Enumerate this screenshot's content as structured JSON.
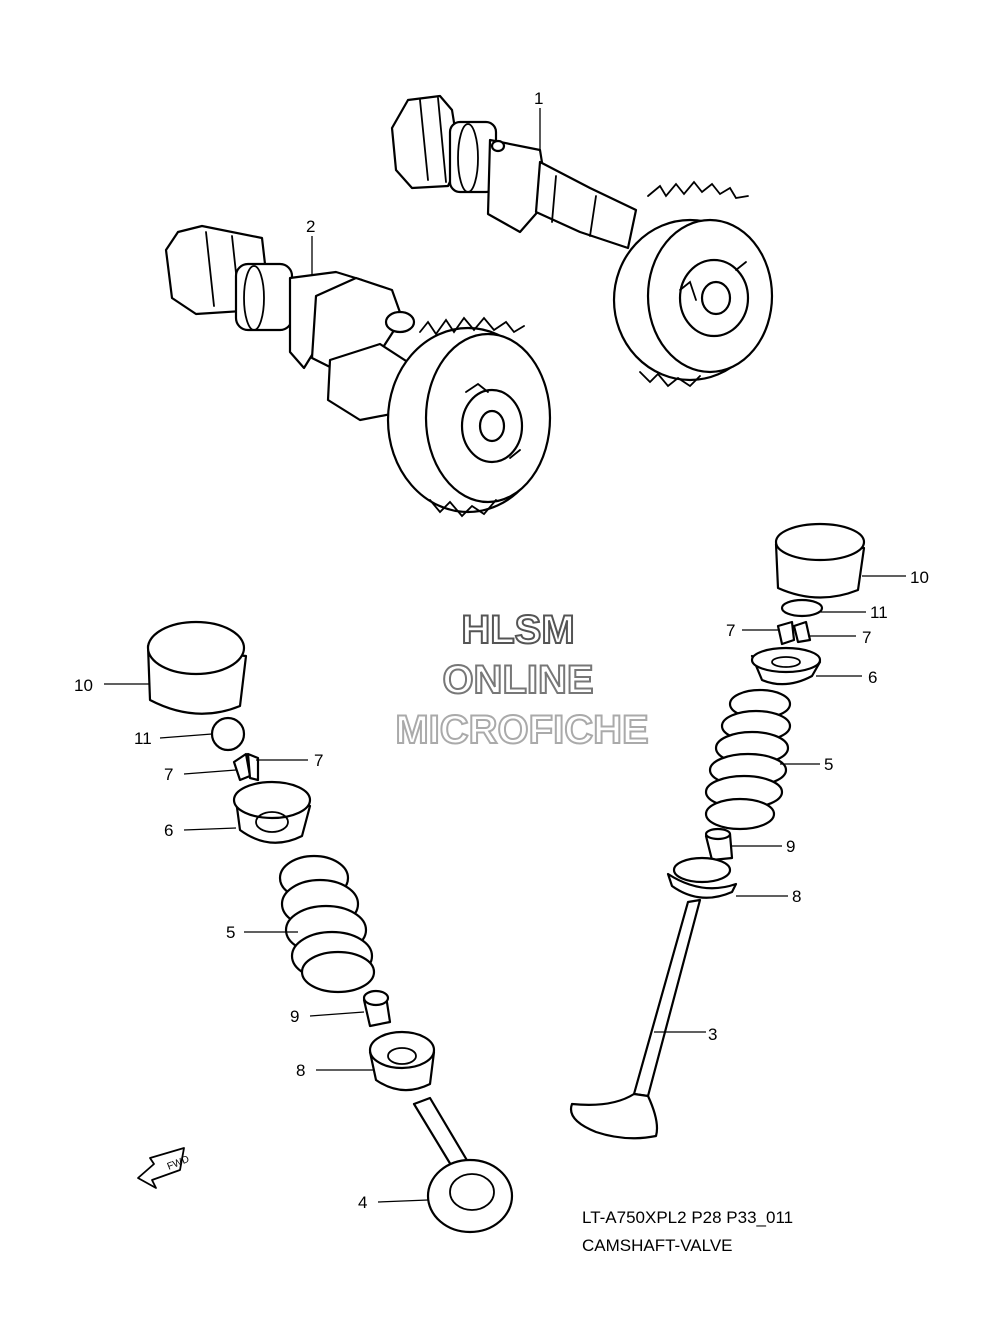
{
  "watermark": {
    "line1": "HLSM",
    "line2": "ONLINE",
    "line3": "MICROFICHE"
  },
  "fwd_label": "FWD",
  "caption": {
    "code": "LT-A750XPL2 P28 P33_011",
    "title": "CAMSHAFT-VALVE"
  },
  "callouts": {
    "camshaft_1": "1",
    "camshaft_2": "2",
    "valve_3": "3",
    "valve_4": "4",
    "spring_5_right": "5",
    "spring_5_left": "5",
    "retainer_6_right": "6",
    "retainer_6_left": "6",
    "cotter_7_right_a": "7",
    "cotter_7_right_b": "7",
    "cotter_7_left_a": "7",
    "cotter_7_left_b": "7",
    "seat_8_right": "8",
    "seat_8_left": "8",
    "seal_9_right": "9",
    "seal_9_left": "9",
    "tappet_10_right": "10",
    "tappet_10_left": "10",
    "shim_11_right": "11",
    "shim_11_left": "11"
  }
}
